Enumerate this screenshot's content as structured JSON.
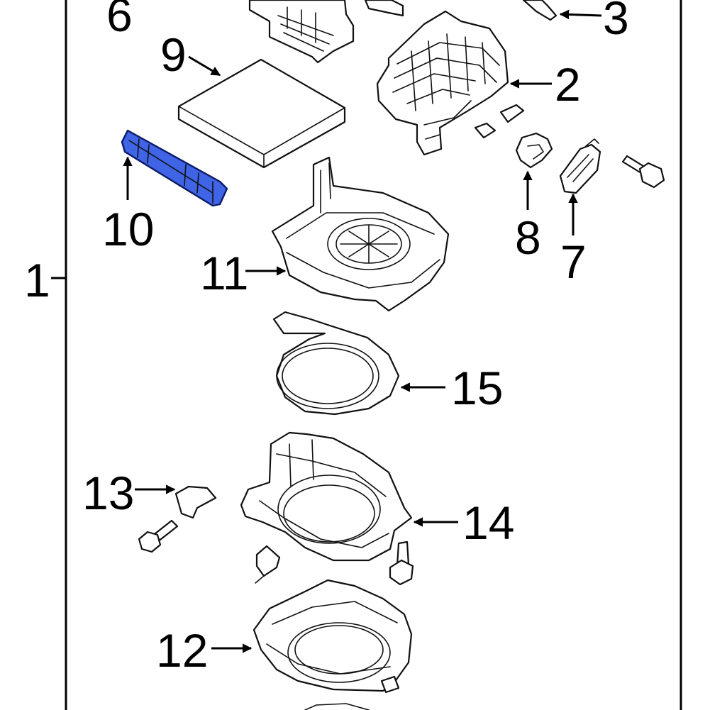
{
  "callouts": {
    "c1": "1",
    "c2": "2",
    "c3": "3",
    "c6": "6",
    "c7": "7",
    "c8": "8",
    "c9": "9",
    "c10": "10",
    "c11": "11",
    "c12": "12",
    "c13": "13",
    "c14": "14",
    "c15": "15"
  },
  "highlighted_part": "10",
  "colors": {
    "highlight": "#3f64e6",
    "line": "#111111",
    "background": "#ffffff"
  }
}
